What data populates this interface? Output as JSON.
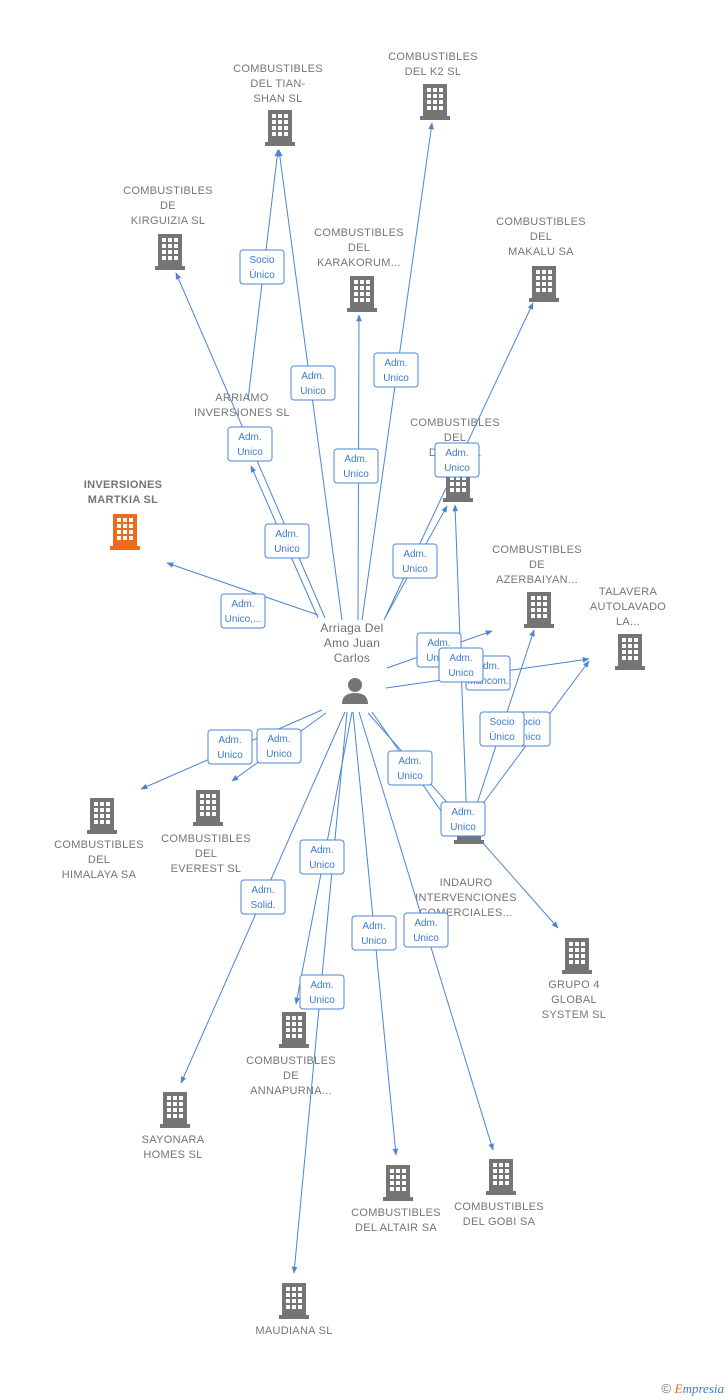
{
  "person": {
    "name_lines": [
      "Arriaga Del",
      "Amo Juan",
      "Carlos"
    ]
  },
  "colors": {
    "edge": "#4a86d4",
    "building": "#757575",
    "highlight": "#f06a1b"
  },
  "nodes": [
    {
      "id": "tianshan",
      "lines": [
        "COMBUSTIBLES",
        "DEL TIAN-",
        "SHAN  SL"
      ]
    },
    {
      "id": "k2",
      "lines": [
        "COMBUSTIBLES",
        "DEL K2  SL"
      ]
    },
    {
      "id": "kirguizia",
      "lines": [
        "COMBUSTIBLES",
        "DE",
        "KIRGUIZIA  SL"
      ]
    },
    {
      "id": "karakorum",
      "lines": [
        "COMBUSTIBLES",
        "DEL",
        "KARAKORUM..."
      ]
    },
    {
      "id": "makalu",
      "lines": [
        "COMBUSTIBLES",
        "DEL",
        "MAKALU SA"
      ]
    },
    {
      "id": "arriamo",
      "lines": [
        "ARRIAMO",
        "INVERSIONES SL"
      ]
    },
    {
      "id": "dagestan",
      "lines": [
        "COMBUSTIBLES",
        "DEL",
        "DAG...  SL"
      ]
    },
    {
      "id": "martkia",
      "lines": [
        "INVERSIONES",
        "MARTKIA  SL"
      ],
      "highlight": true
    },
    {
      "id": "azerbaiyan",
      "lines": [
        "COMBUSTIBLES",
        "DE",
        "AZERBAIYAN..."
      ]
    },
    {
      "id": "talavera",
      "lines": [
        "TALAVERA",
        "AUTOLAVADO",
        "LA..."
      ]
    },
    {
      "id": "himalaya",
      "lines": [
        "COMBUSTIBLES",
        "DEL",
        "HIMALAYA SA"
      ]
    },
    {
      "id": "everest",
      "lines": [
        "COMBUSTIBLES",
        "DEL",
        "EVEREST  SL"
      ]
    },
    {
      "id": "indauro",
      "lines": [
        "INDAURO",
        "INTERVENCIONES",
        "COMERCIALES..."
      ]
    },
    {
      "id": "grupo4",
      "lines": [
        "GRUPO 4",
        "GLOBAL",
        "SYSTEM  SL"
      ]
    },
    {
      "id": "annapurna",
      "lines": [
        "COMBUSTIBLES",
        "DE",
        "ANNAPURNA..."
      ]
    },
    {
      "id": "sayonara",
      "lines": [
        "SAYONARA",
        "HOMES  SL"
      ]
    },
    {
      "id": "altair",
      "lines": [
        "COMBUSTIBLES",
        "DEL ALTAIR SA"
      ]
    },
    {
      "id": "gobi",
      "lines": [
        "COMBUSTIBLES",
        "DEL GOBI SA"
      ]
    },
    {
      "id": "maudiana",
      "lines": [
        "MAUDIANA  SL"
      ]
    }
  ],
  "edges": [
    {
      "to": "tianshan",
      "label": [
        "Adm.",
        "Unico"
      ]
    },
    {
      "to": "tianshan",
      "label": [
        "Socio",
        "Único"
      ],
      "from": "arriamo"
    },
    {
      "to": "k2",
      "label": [
        "Adm.",
        "Unico"
      ]
    },
    {
      "to": "kirguizia",
      "label": [
        "Adm.",
        "Unico"
      ]
    },
    {
      "to": "karakorum",
      "label": [
        "Adm.",
        "Unico"
      ]
    },
    {
      "to": "makalu",
      "label": [
        "Adm.",
        "Unico"
      ]
    },
    {
      "to": "arriamo",
      "label": [
        "Adm.",
        "Unico"
      ]
    },
    {
      "to": "dagestan",
      "label": [
        "Adm.",
        "Unico"
      ]
    },
    {
      "to": "martkia",
      "label": [
        "Adm.",
        "Unico,..."
      ]
    },
    {
      "to": "azerbaiyan",
      "label": [
        "Adm.",
        "Unico"
      ]
    },
    {
      "to": "talavera",
      "label": [
        "Adm.",
        "Mancom."
      ]
    },
    {
      "to": "himalaya",
      "label": [
        "Adm.",
        "Unico"
      ]
    },
    {
      "to": "everest",
      "label": [
        "Adm.",
        "Unico"
      ]
    },
    {
      "to": "indauro",
      "label": [
        "Adm.",
        "Unico"
      ]
    },
    {
      "to": "dagestan",
      "label": [
        "Adm.",
        "Unico"
      ],
      "from": "indauro"
    },
    {
      "to": "talavera",
      "label": [
        "Socio",
        "Único"
      ],
      "from": "indauro"
    },
    {
      "to": "azerbaiyan",
      "label": [
        "Socio",
        "Único"
      ],
      "from": "indauro"
    },
    {
      "to": "grupo4",
      "label": [
        "Adm.",
        "Unico"
      ]
    },
    {
      "to": "annapurna",
      "label": [
        "Adm.",
        "Unico"
      ]
    },
    {
      "to": "sayonara",
      "label": [
        "Adm.",
        "Solid."
      ]
    },
    {
      "to": "altair",
      "label": [
        "Adm.",
        "Unico"
      ]
    },
    {
      "to": "gobi",
      "label": [
        "Adm.",
        "Unico"
      ]
    },
    {
      "to": "maudiana",
      "label": [
        "Adm.",
        "Unico"
      ]
    }
  ],
  "footer": {
    "copyright": "©",
    "brand_first": "E",
    "brand_rest": "mpresia"
  }
}
